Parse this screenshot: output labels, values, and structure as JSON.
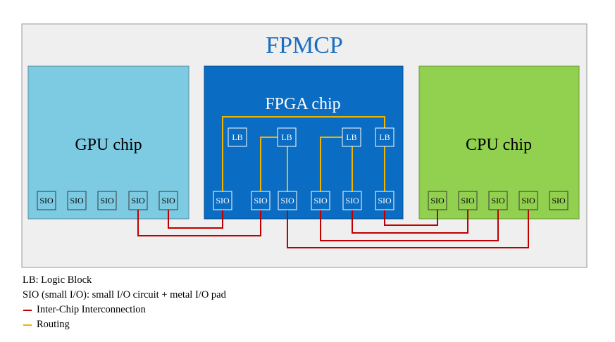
{
  "package": {
    "label": "FPMCP",
    "title_color": "#1a6ec0"
  },
  "chips": {
    "gpu": {
      "label": "GPU chip",
      "color": "#7ccbe2",
      "sio": [
        "SIO",
        "SIO",
        "SIO",
        "SIO",
        "SIO"
      ]
    },
    "fpga": {
      "label": "FPGA chip",
      "color": "#0a6cc2",
      "lb": [
        "LB",
        "LB",
        "LB",
        "LB"
      ],
      "sio": [
        "SIO",
        "SIO",
        "SIO",
        "SIO",
        "SIO",
        "SIO"
      ]
    },
    "cpu": {
      "label": "CPU chip",
      "color": "#92d050",
      "sio": [
        "SIO",
        "SIO",
        "SIO",
        "SIO",
        "SIO"
      ]
    }
  },
  "legend": {
    "lb_def": "LB: Logic Block",
    "sio_def": "SIO (small I/O): small I/O circuit + metal I/O pad",
    "interconnect": {
      "label": "Inter-Chip Interconnection",
      "color": "#c00000"
    },
    "routing": {
      "label": "Routing",
      "color": "#f0b400"
    }
  }
}
